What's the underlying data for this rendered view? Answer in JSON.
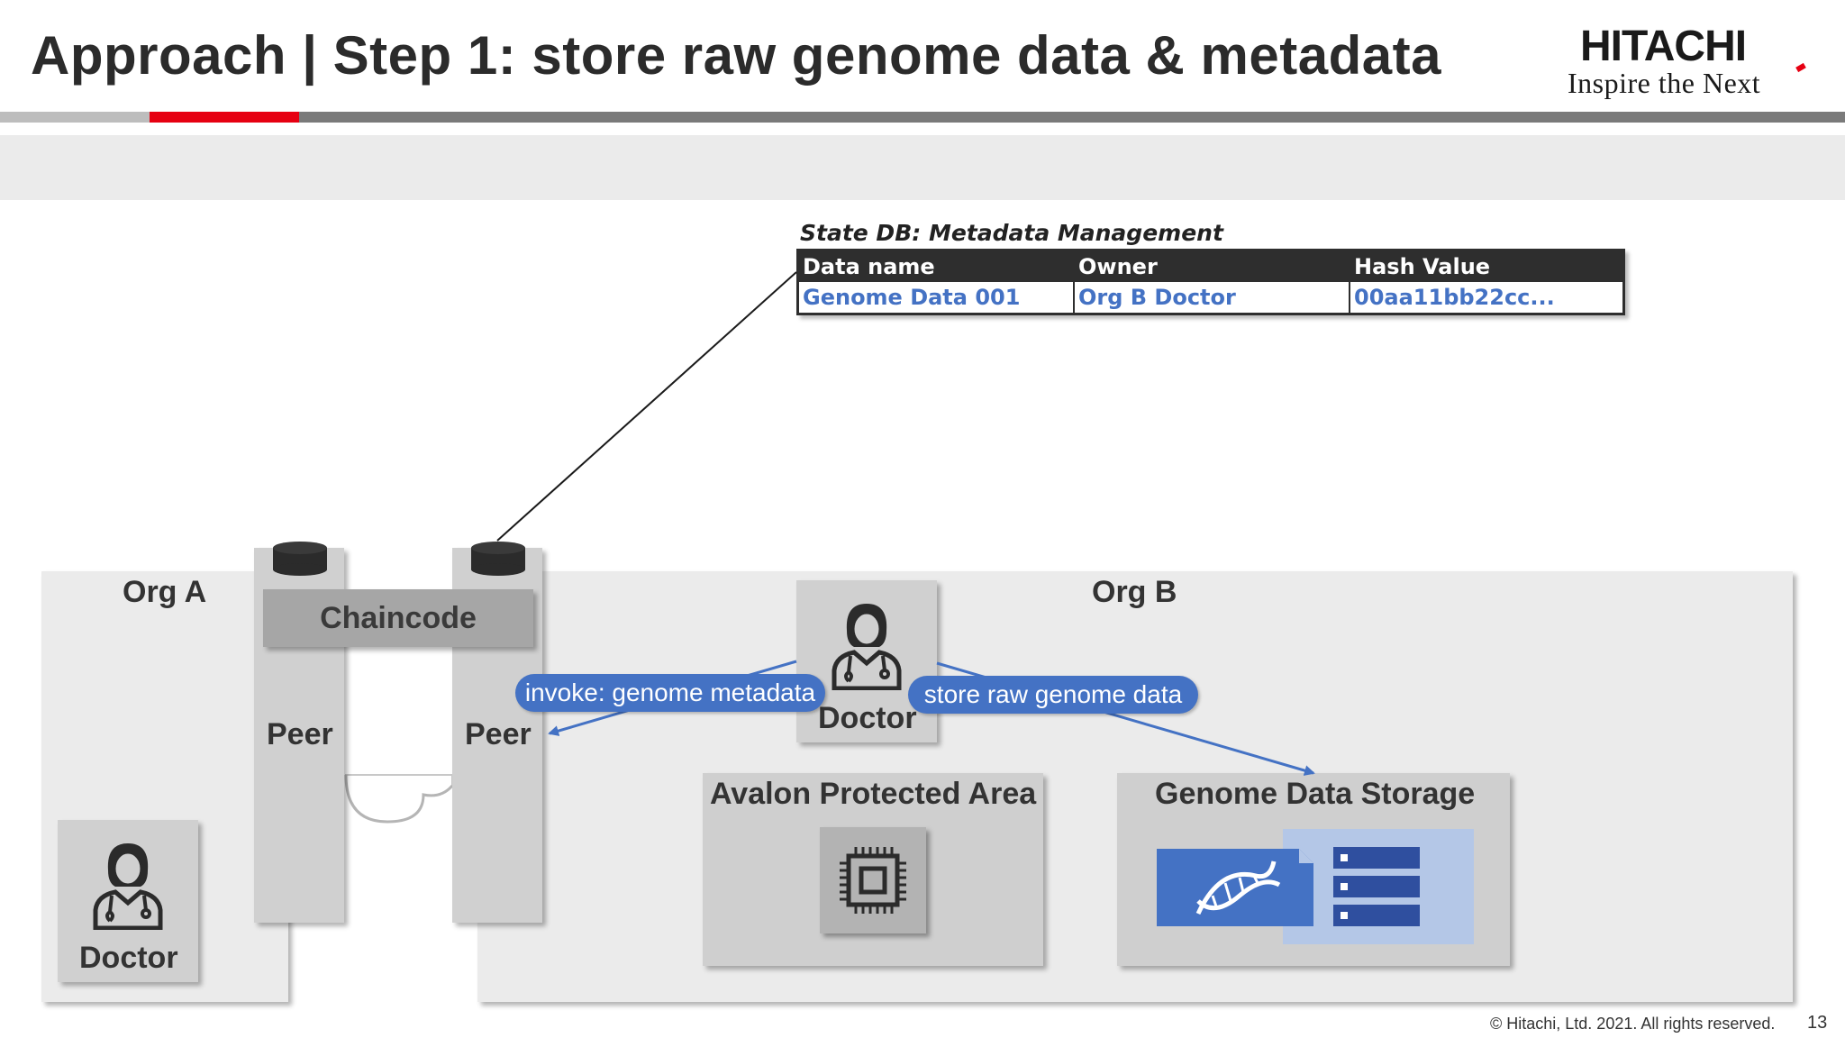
{
  "header": {
    "title": "Approach | Step 1: store raw genome data & metadata",
    "logo_word": "HITACHI",
    "logo_tagline": "Inspire the Next"
  },
  "state_db": {
    "caption": "State DB: Metadata Management",
    "columns": [
      "Data name",
      "Owner",
      "Hash Value"
    ],
    "rows": [
      [
        "Genome Data 001",
        "Org B Doctor",
        "00aa11bb22cc..."
      ]
    ]
  },
  "diagram": {
    "org_a_label": "Org A",
    "org_b_label": "Org B",
    "chaincode_label": "Chaincode",
    "peer_left_label": "Peer",
    "peer_right_label": "Peer",
    "doctor_org_a_label": "Doctor",
    "doctor_org_b_label": "Doctor",
    "avalon_label": "Avalon Protected Area",
    "storage_label": "Genome Data Storage",
    "invoke_pill": "invoke: genome metadata",
    "store_pill": "store raw genome data",
    "icons": [
      "doctor-icon",
      "database-cylinder-icon",
      "cpu-chip-icon",
      "dna-icon",
      "server-stack-icon"
    ]
  },
  "colors": {
    "accent_red": "#e60012",
    "accent_blue": "#4472c4",
    "panel_blue": "#b4c7e7",
    "table_header": "#2e2e2e"
  },
  "footer": {
    "copyright": "© Hitachi, Ltd. 2021. All rights reserved.",
    "page_number": "13"
  }
}
